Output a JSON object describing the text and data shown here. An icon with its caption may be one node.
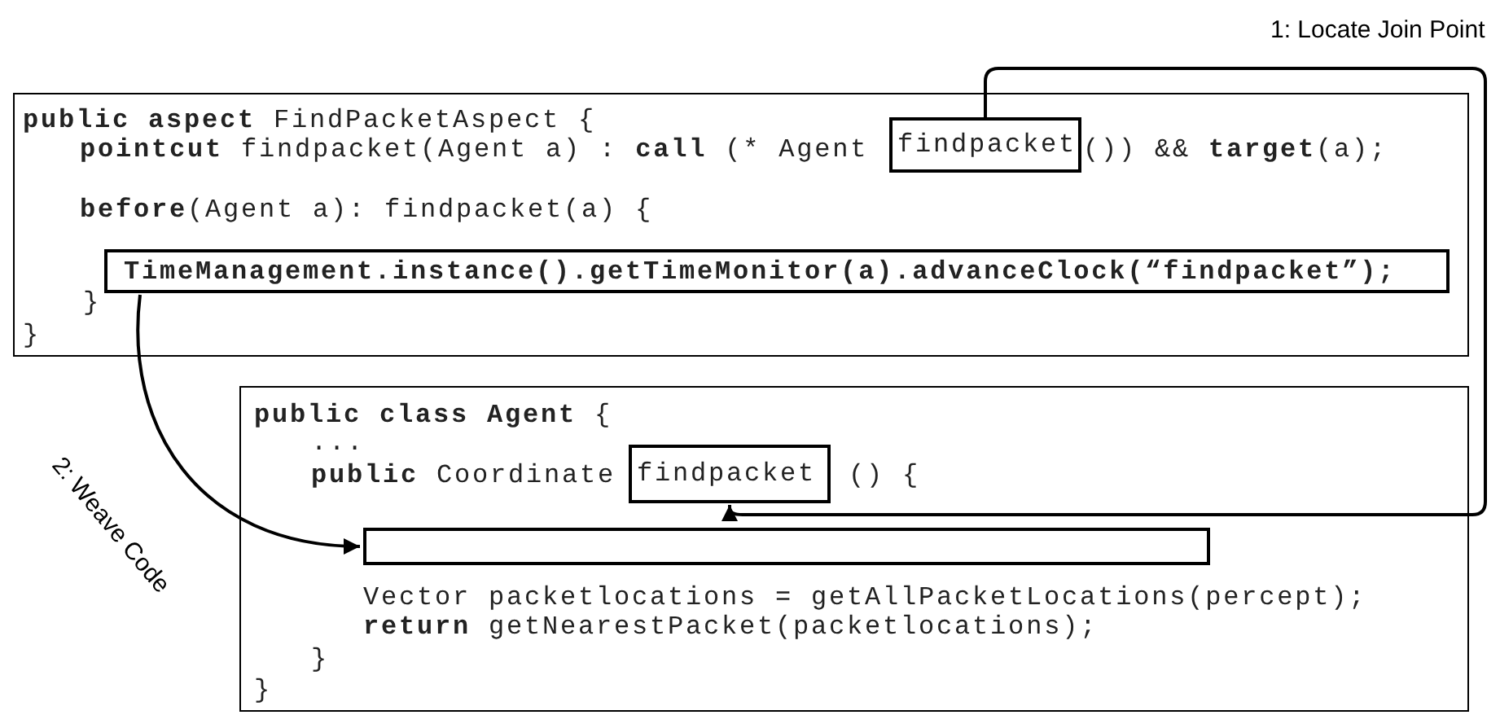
{
  "diagram": {
    "nodes": [
      {
        "text": [
          "**public aspect** FindPacketAspect {",
          "**pointcut** findpacket(Agent a) : **call** (* Agent",
          "()) && **target**(a);",
          "**before**(Agent a): findpacket(a) {",
          "}",
          "}"
        ]
      },
      {
        "text": [
          "findpacket"
        ],
        "in": 0
      },
      {
        "text": [
          "TimeManagement.instance().getTimeMonitor(a).advanceClock(“findpacket”);"
        ],
        "in": 0
      },
      {
        "text": [
          "**public class Agent** {",
          "...",
          "**public** Coordinate",
          "() {",
          "Vector packetlocations = getAllPacketLocations(percept);",
          "**return** getNearestPacket(packetlocations);",
          "}",
          "}"
        ]
      },
      {
        "text": [
          "findpacket"
        ],
        "in": 3
      },
      {
        "text": [],
        "shape": "box",
        "in": 3
      }
    ],
    "edges": [
      {
        "from": 1,
        "to": 4,
        "arrow": "to",
        "label": "1: Locate Join Point"
      },
      {
        "from": 2,
        "to": 5,
        "arrow": "to",
        "label": "2: Weave Code"
      }
    ]
  }
}
